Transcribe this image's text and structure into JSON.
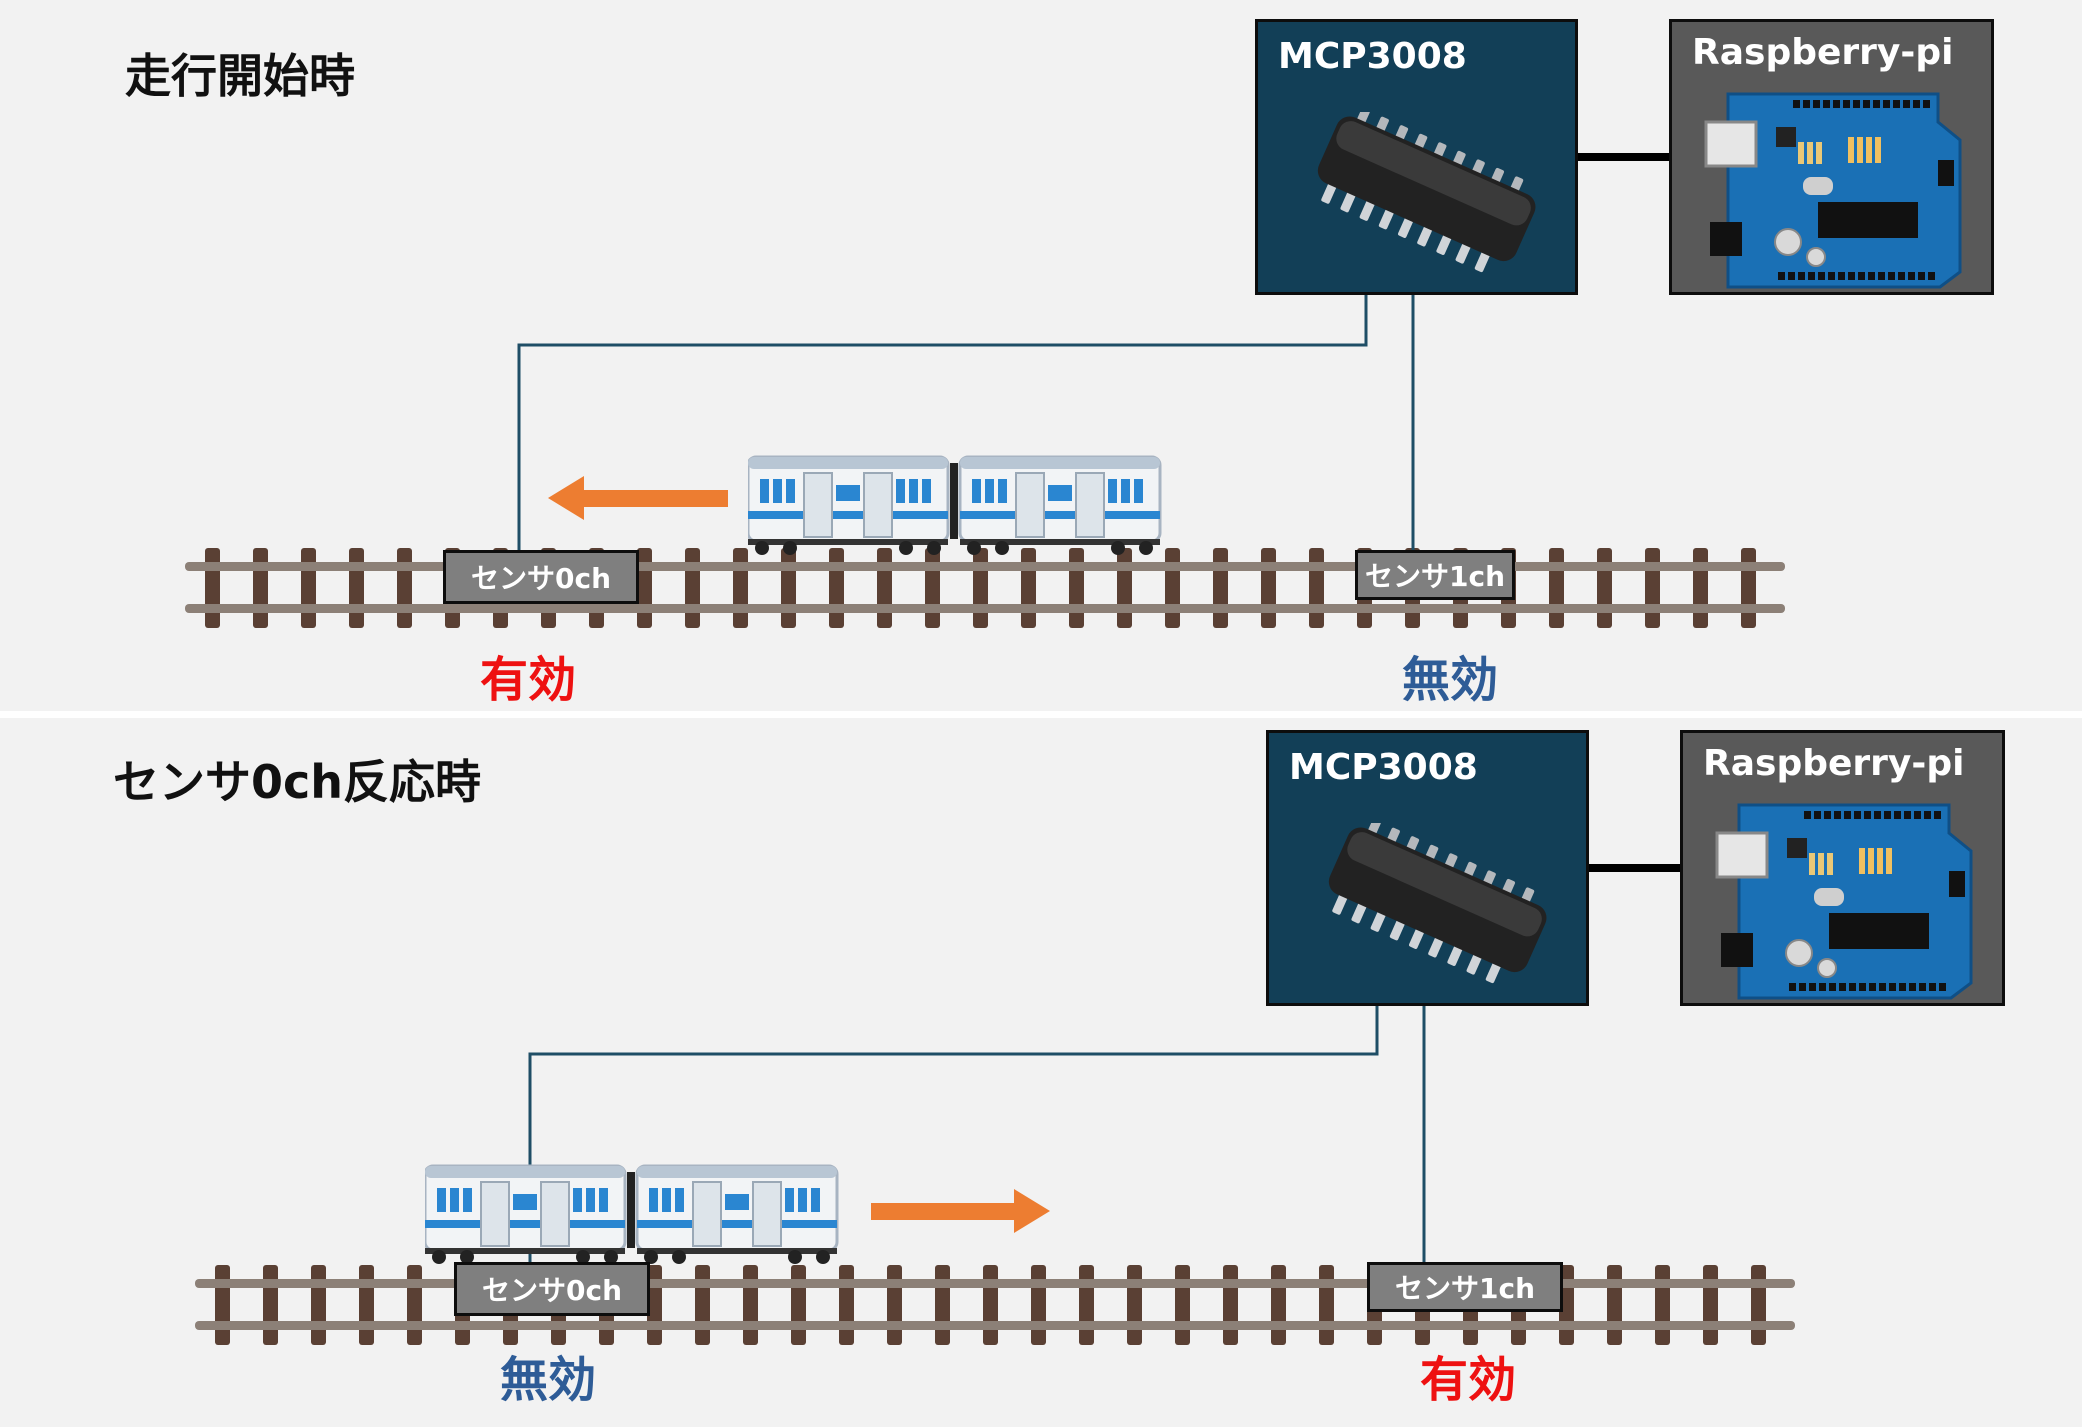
{
  "colors": {
    "active": "#ee1111",
    "inactive": "#2e5c97",
    "arrow": "#ed7d31",
    "mcp_box": "#123f57",
    "rpi_box": "#595959",
    "sensor_box": "#7f7f7f",
    "wire": "#1f4e66"
  },
  "panels": [
    {
      "title": "走行開始時",
      "mcp_label": "MCP3008",
      "rpi_label": "Raspberry-pi",
      "sensor0": {
        "label": "センサ0ch",
        "state": "有効",
        "status": "active"
      },
      "sensor1": {
        "label": "センサ1ch",
        "state": "無効",
        "status": "inactive"
      },
      "train_direction": "left"
    },
    {
      "title": "センサ0ch反応時",
      "mcp_label": "MCP3008",
      "rpi_label": "Raspberry-pi",
      "sensor0": {
        "label": "センサ0ch",
        "state": "無効",
        "status": "inactive"
      },
      "sensor1": {
        "label": "センサ1ch",
        "state": "有効",
        "status": "active"
      },
      "train_direction": "right"
    }
  ],
  "icons": [
    "ic-chip-icon",
    "raspberry-pi-board-icon",
    "train-icon",
    "railway-track-icon",
    "direction-arrow-icon"
  ]
}
